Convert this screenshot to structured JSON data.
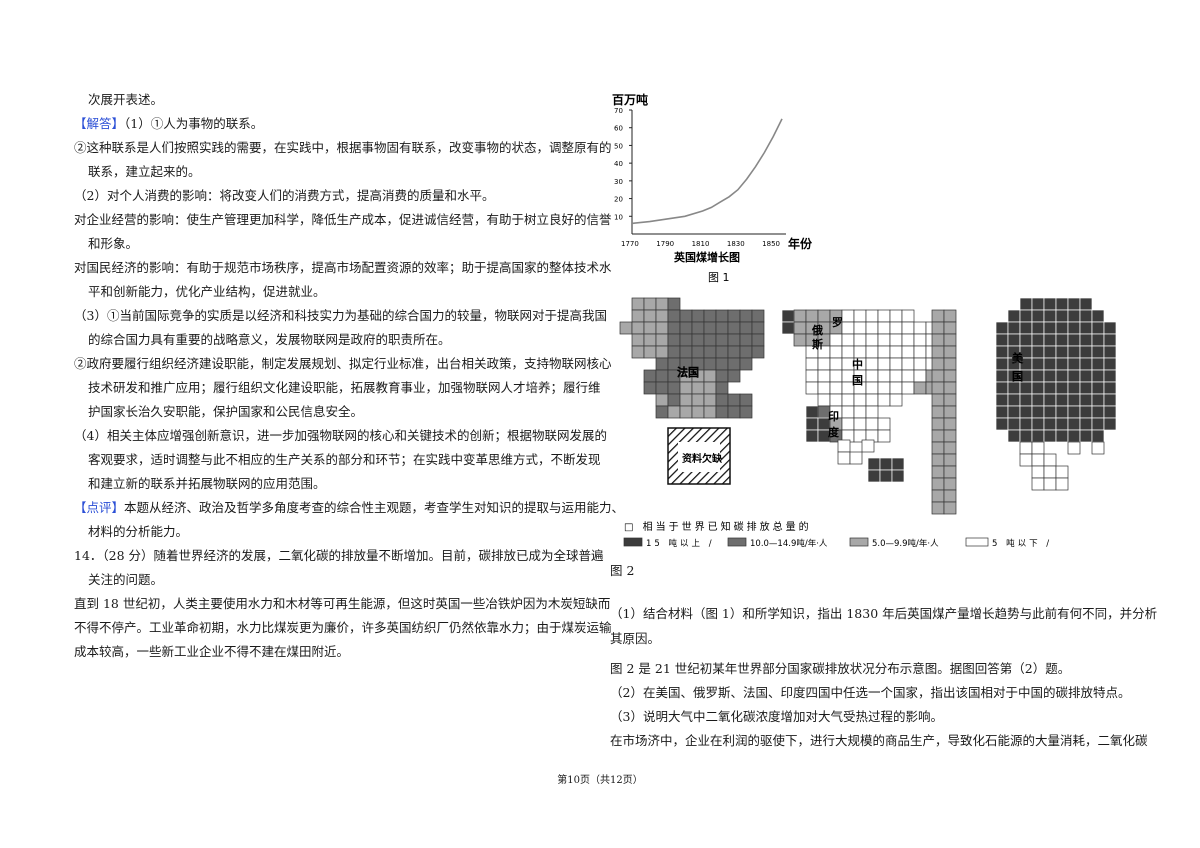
{
  "left_lines": [
    {
      "text": "次展开表述。",
      "indent": true
    },
    {
      "tag": "【解答】",
      "text": "（1）①人为事物的联系。",
      "indent": false
    },
    {
      "text": "②这种联系是人们按照实践的需要，在实践中，根据事物固有联系，改变事物的状态，调整原有的",
      "indent": false
    },
    {
      "text": "联系，建立起来的。",
      "indent": true
    },
    {
      "text": "（2）对个人消费的影响：将改变人们的消费方式，提高消费的质量和水平。",
      "indent": false
    },
    {
      "text": "对企业经营的影响：使生产管理更加科学，降低生产成本，促进诚信经营，有助于树立良好的信誉",
      "indent": false
    },
    {
      "text": "和形象。",
      "indent": true
    },
    {
      "text": "对国民经济的影响：有助于规范市场秩序，提高市场配置资源的效率；助于提高国家的整体技术水",
      "indent": false
    },
    {
      "text": "平和创新能力，优化产业结构，促进就业。",
      "indent": true
    },
    {
      "text": "（3）①当前国际竞争的实质是以经济和科技实力为基础的综合国力的较量，物联网对于提高我国",
      "indent": false
    },
    {
      "text": "的综合国力具有重要的战略意义，发展物联网是政府的职责所在。",
      "indent": true
    },
    {
      "text": "②政府要履行组织经济建设职能，制定发展规划、拟定行业标准，出台相关政策，支持物联网核心",
      "indent": false
    },
    {
      "text": "技术研发和推广应用；履行组织文化建设职能，拓展教育事业，加强物联网人才培养；履行维",
      "indent": true
    },
    {
      "text": "护国家长治久安职能，保护国家和公民信息安全。",
      "indent": true
    },
    {
      "text": "（4）相关主体应增强创新意识，进一步加强物联网的核心和关键技术的创新；根据物联网发展的",
      "indent": false
    },
    {
      "text": "客观要求，适时调整与此不相应的生产关系的部分和环节；在实践中变革思维方式，不断发现",
      "indent": true
    },
    {
      "text": "和建立新的联系并拓展物联网的应用范围。",
      "indent": true
    },
    {
      "tag": "【点评】",
      "text": "本题从经济、政治及哲学多角度考查的综合性主观题，考查学生对知识的提取与运用能力、",
      "indent": false
    },
    {
      "text": "材料的分析能力。",
      "indent": true
    },
    {
      "text": "14．（28 分）随着世界经济的发展，二氧化碳的排放量不断增加。目前，碳排放已成为全球普遍",
      "indent": false
    },
    {
      "text": "关注的问题。",
      "indent": true
    },
    {
      "text": "直到 18 世纪初，人类主要使用水力和木材等可再生能源，但这时英国一些冶铁炉因为木炭短缺而",
      "indent": false
    },
    {
      "text": "不得不停产。工业革命初期，水力比煤炭更为廉价，许多英国纺织厂仍然依靠水力；由于煤炭运输",
      "indent": false
    },
    {
      "text": "成本较高，一些新工业企业不得不建在煤田附近。",
      "indent": false
    }
  ],
  "chart_data": {
    "type": "line",
    "ylabel": "百万吨",
    "xlabel": "年份",
    "title": "英国煤增长图",
    "caption": "图 1",
    "x_ticks": [
      1770,
      1790,
      1810,
      1830,
      1850
    ],
    "y_ticks": [
      10,
      20,
      30,
      40,
      50,
      60,
      70
    ],
    "xlim": [
      1770,
      1855
    ],
    "ylim": [
      0,
      70
    ],
    "x": [
      1770,
      1780,
      1790,
      1800,
      1810,
      1815,
      1820,
      1825,
      1830,
      1835,
      1840,
      1845,
      1850,
      1855
    ],
    "values": [
      6,
      7,
      8.5,
      10,
      13,
      15,
      18,
      21,
      25,
      31,
      38,
      46,
      55,
      65
    ]
  },
  "map": {
    "labels": {
      "france": "法国",
      "russia_1": "俄",
      "russia_2": "罗",
      "russia_3": "斯",
      "china_1": "中",
      "china_2": "国",
      "india_1": "印",
      "india_2": "度",
      "usa_1": "美",
      "usa_2": "国",
      "missing": "资料欠缺"
    },
    "legend_title": "□ 相当于世界已知碳排放总量的",
    "legend_items": [
      "15 吨以上 /",
      "10.0—14.9吨/年·人",
      "5.0—9.9吨/年·人",
      "5 吨以下 /"
    ],
    "caption": "图 2",
    "colors": {
      "high": "#3c3c3c",
      "mid_high": "#6e6e6e",
      "mid": "#a8a8a8",
      "low": "#ffffff"
    }
  },
  "right_lines": [
    "（1）结合材料（图 1）和所学知识，指出 1830 年后英国煤产量增长趋势与此前有何不同，并分析",
    "其原因。",
    "图 2 是 21 世纪初某年世界部分国家碳排放状况分布示意图。据图回答第（2）题。",
    "（2）在美国、俄罗斯、法国、印度四国中任选一个国家，指出该国相对于中国的碳排放特点。",
    "（3）说明大气中二氧化碳浓度增加对大气受热过程的影响。",
    "在市场济中，企业在利润的驱使下，进行大规模的商品生产，导致化石能源的大量消耗，二氧化碳"
  ],
  "footer": "第10页（共12页）"
}
